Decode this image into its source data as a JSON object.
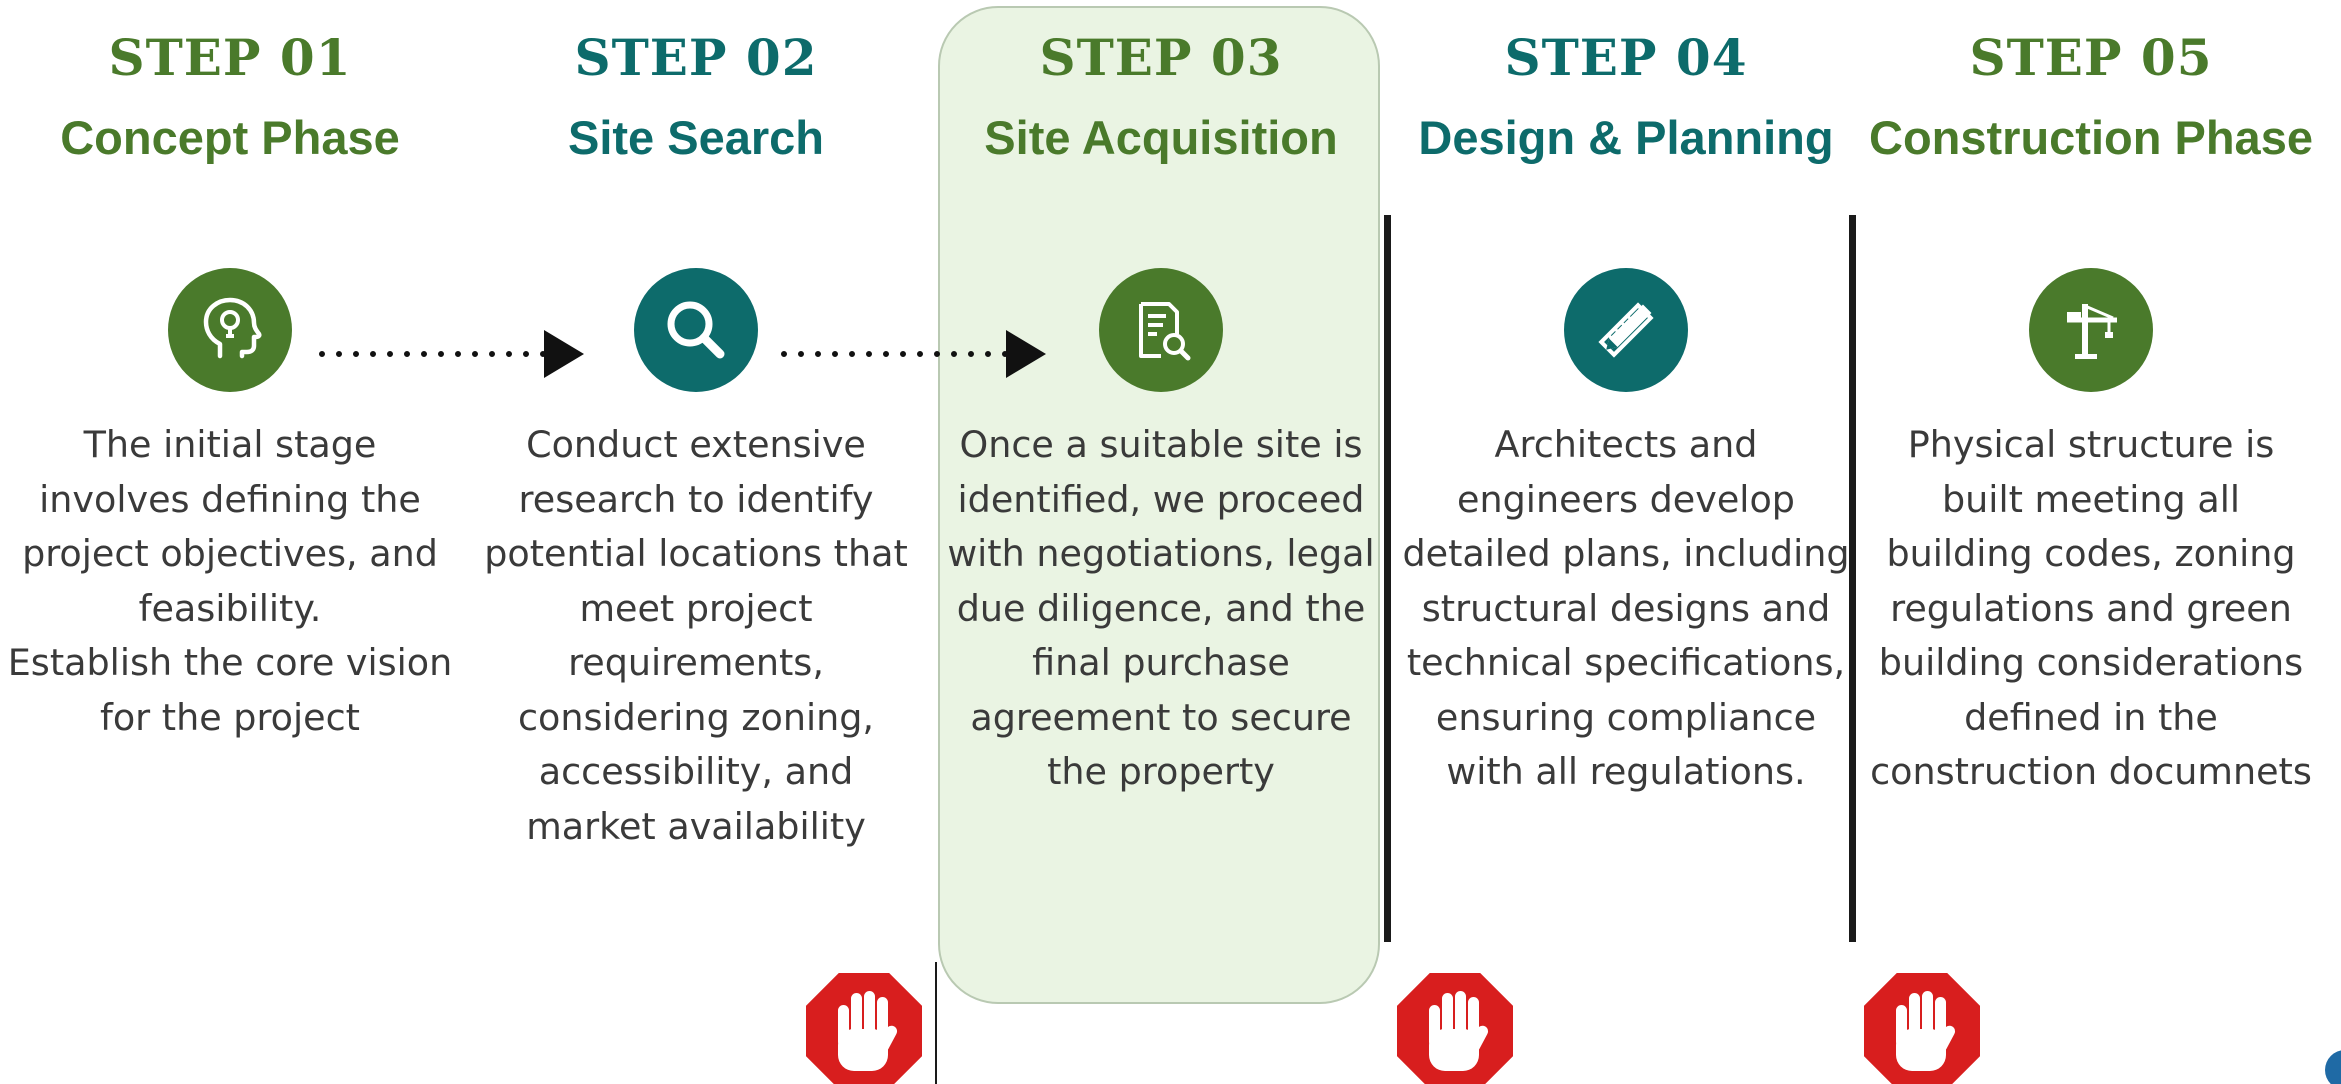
{
  "steps": [
    {
      "number": "STEP 01",
      "title": "Concept Phase",
      "description": "The initial stage\ninvolves defining the\nproject objectives, and\nfeasibility.\nEstablish the core vision\nfor the project",
      "icon": "head-lightbulb-icon",
      "color": "#4a7a2b"
    },
    {
      "number": "STEP 02",
      "title": "Site Search",
      "description": "Conduct extensive\nresearch to identify\npotential locations that\nmeet project\nrequirements,\nconsidering zoning,\naccessibility, and\nmarket availability",
      "icon": "magnifier-icon",
      "color": "#0d6b6b"
    },
    {
      "number": "STEP 03",
      "title": "Site Acquisition",
      "description": "Once a suitable site is\nidentified, we proceed\nwith negotiations, legal\ndue diligence, and the\nfinal purchase\nagreement to secure\nthe property",
      "icon": "document-search-icon",
      "color": "#4a7a2b"
    },
    {
      "number": "STEP 04",
      "title": "Design & Planning",
      "description": "Architects and\nengineers develop\ndetailed plans, including\nstructural designs and\ntechnical specifications,\nensuring compliance\nwith all regulations.",
      "icon": "ruler-pencil-icon",
      "color": "#0d6b6b"
    },
    {
      "number": "STEP 05",
      "title": "Construction Phase",
      "description": "Physical structure is\nbuilt meeting all\nbuilding codes, zoning\nregulations and green\nbuilding considerations\ndefined in the\nconstruction documnets",
      "icon": "tower-crane-icon",
      "color": "#4a7a2b"
    }
  ],
  "connectors": [
    "dotted-arrow-icon",
    "dotted-arrow-icon"
  ],
  "stop_badges": [
    "stop-hand-icon",
    "stop-hand-icon",
    "stop-hand-icon"
  ],
  "colors": {
    "green": "#4a7a2b",
    "teal": "#0d6b6b",
    "highlight": "#eaf4e3",
    "stop_red": "#d81e1e"
  }
}
